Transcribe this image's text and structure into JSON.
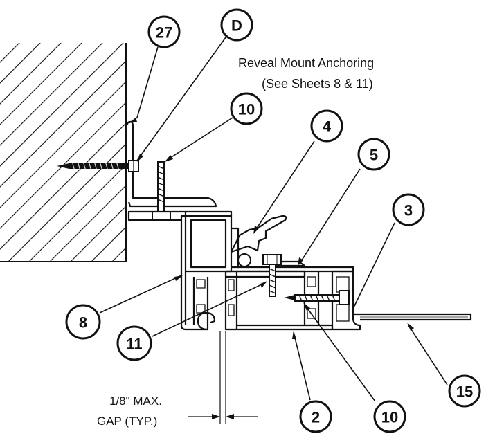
{
  "title_note": {
    "line1": "Reveal Mount Anchoring",
    "line2": "(See Sheets 8 & 11)"
  },
  "gap_note": {
    "line1": "1/8\" MAX.",
    "line2": "GAP (TYP.)"
  },
  "callouts": {
    "c27": "27",
    "cD": "D",
    "c10_top": "10",
    "c4": "4",
    "c5": "5",
    "c3": "3",
    "c8": "8",
    "c11": "11",
    "c2": "2",
    "c10_bottom": "10",
    "c15": "15"
  }
}
